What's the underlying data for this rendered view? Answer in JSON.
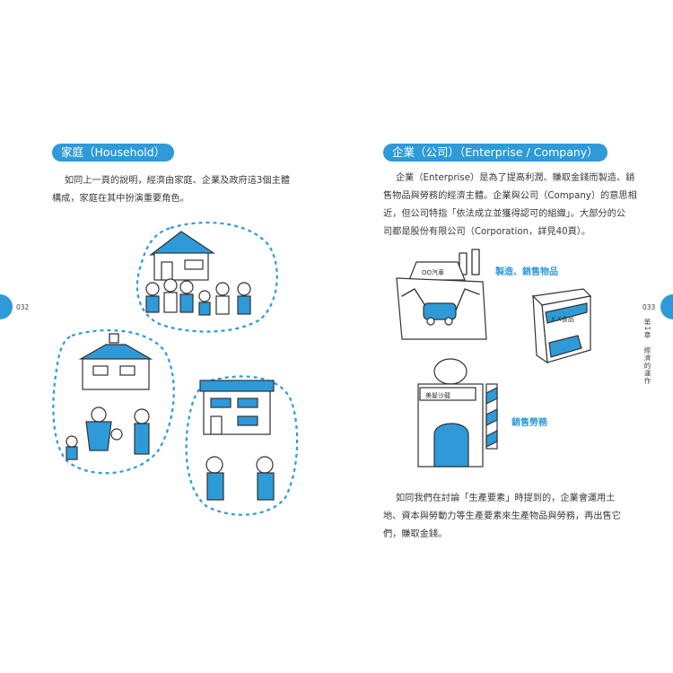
{
  "left": {
    "heading": "家庭（Household）",
    "lines": [
      "如同上一頁的說明，經濟由家庭、企業及政府這3個主體",
      "構成，家庭在其中扮演重要角色。"
    ],
    "page_number": "032"
  },
  "right": {
    "heading": "企業（公司）（Enterprise / Company）",
    "intro_lines": [
      "企業（Enterprise）是為了提高利潤、賺取金錢而製造、銷",
      "售物品與勞務的經濟主體。企業與公司（Company）的意思相",
      "近，但公司特指「依法成立並獲得認可的組織」。大部分的公",
      "司都是股份有限公司（Corporation，詳見40頁）。"
    ],
    "label_goods": "製造、銷售物品",
    "label_services": "銷售勞務",
    "factory_sign": "OO汽車",
    "food_box": "X.X食品",
    "salon_sign": "美髮沙龍",
    "money_mark": "$",
    "closing_lines": [
      "如同我們在討論「生產要素」時提到的，企業會運用土",
      "地、資本與勞動力等生產要素來生產物品與勞務，再出售它",
      "們，賺取金錢。"
    ],
    "page_number": "033",
    "chapter_label": "第1章　經濟的運作"
  },
  "colors": {
    "accent": "#2e9ad8",
    "text": "#333333"
  }
}
